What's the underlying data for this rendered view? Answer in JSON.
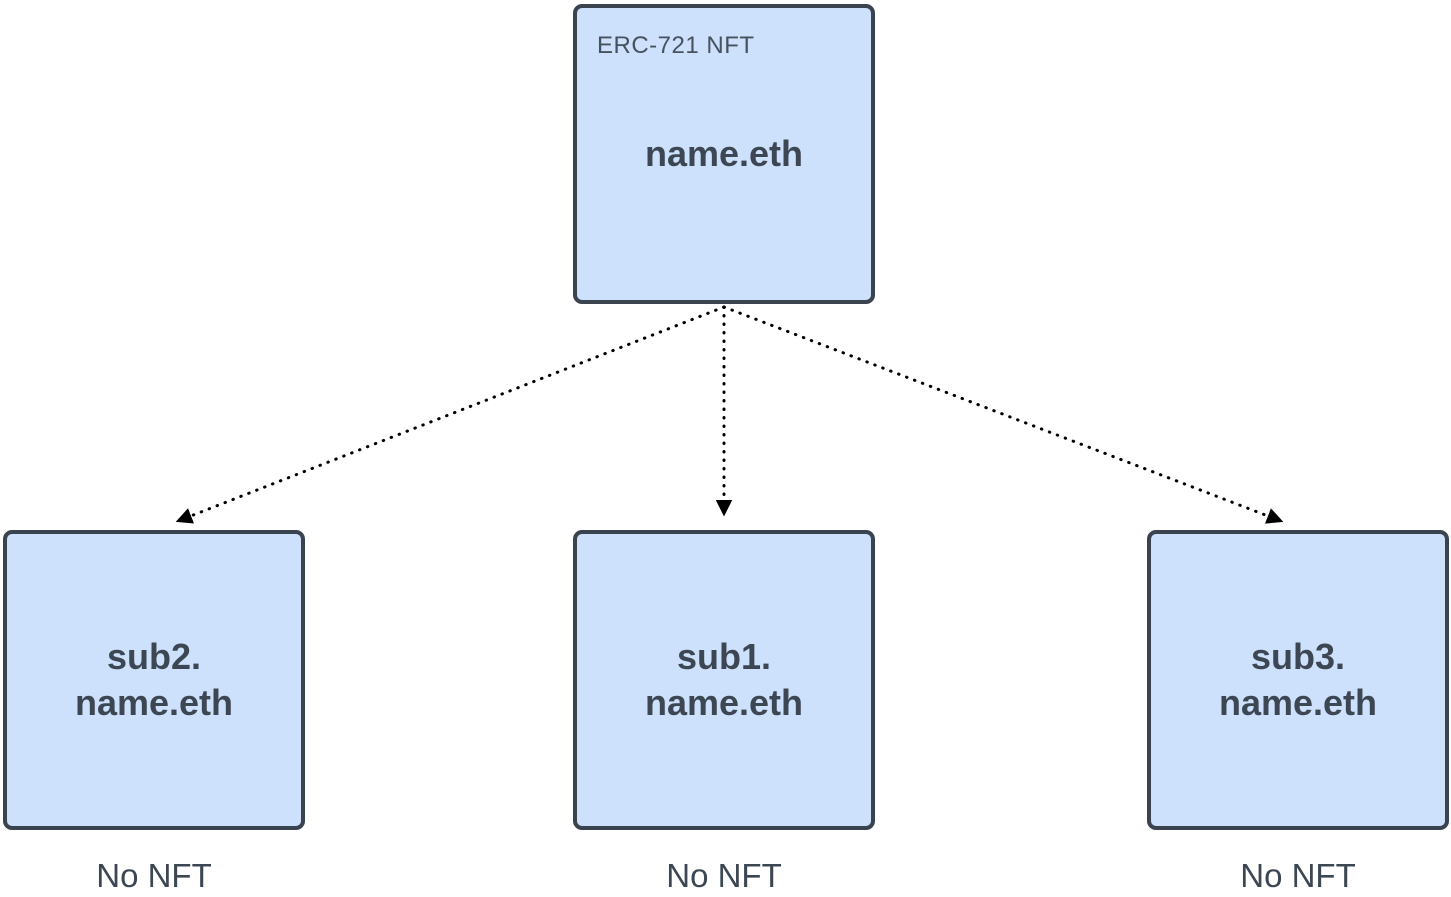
{
  "colors": {
    "background": "#ffffff",
    "node_fill": "#cde0fc",
    "node_border": "#3a434e",
    "text_color": "#3d4753",
    "tag_color": "#46525e",
    "edge_color": "#000000"
  },
  "diagram": {
    "root": {
      "tag": "ERC-721 NFT",
      "label": "name.eth"
    },
    "children": [
      {
        "label_line1": "sub2.",
        "label_line2": "name.eth",
        "status": "No NFT"
      },
      {
        "label_line1": "sub1.",
        "label_line2": "name.eth",
        "status": "No NFT"
      },
      {
        "label_line1": "sub3.",
        "label_line2": "name.eth",
        "status": "No NFT"
      }
    ]
  }
}
